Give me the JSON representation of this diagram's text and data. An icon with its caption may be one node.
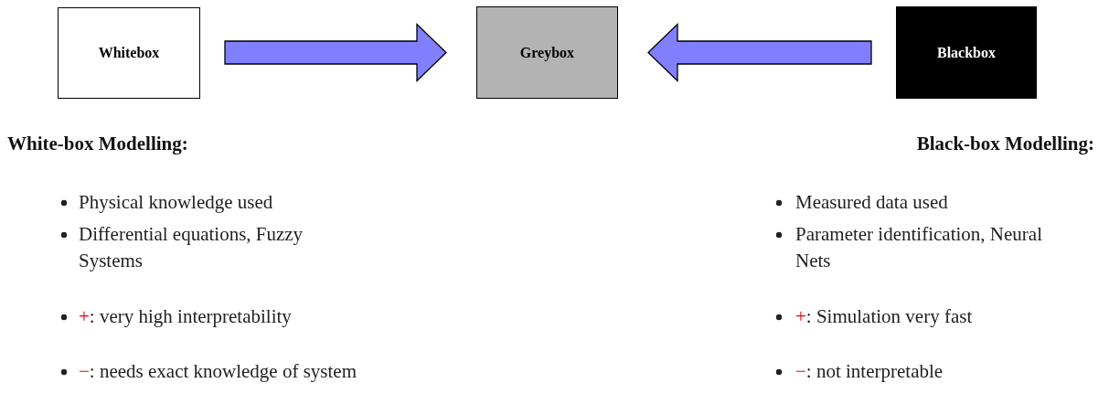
{
  "diagram": {
    "nodes": [
      {
        "text": [
          "Whitebox"
        ]
      },
      {
        "text": [
          "Greybox"
        ]
      },
      {
        "text": [
          "Blackbox"
        ]
      }
    ],
    "edges": [
      {
        "from": 0,
        "to": 1,
        "arrow": "to",
        "style": "thick"
      },
      {
        "from": 2,
        "to": 1,
        "arrow": "to",
        "style": "thick"
      }
    ],
    "labels": [
      "White-box Modelling:",
      "Physical knowledge used",
      "Differential equations, Fuzzy Systems",
      "+: very high interpretability",
      "−: needs exact knowledge of system",
      "Black-box Modelling:",
      "Measured data used",
      "Parameter identification, Neural Nets",
      "+: Simulation very fast",
      "−: not interpretable"
    ]
  }
}
